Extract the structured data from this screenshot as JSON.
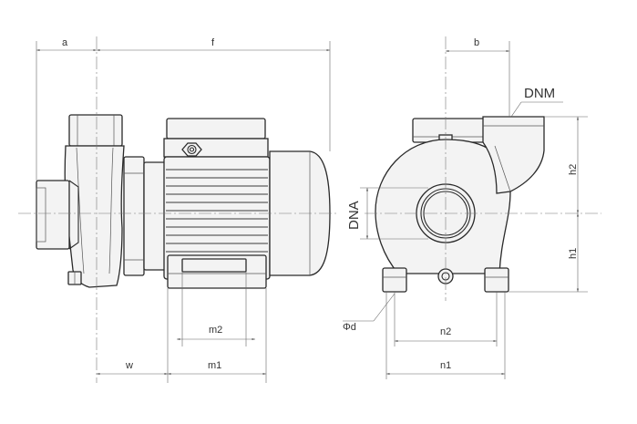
{
  "labels": {
    "a": "a",
    "f": "f",
    "b": "b",
    "DNM": "DNM",
    "DNA": "DNA",
    "h1": "h1",
    "h2": "h2",
    "m1": "m1",
    "m2": "m2",
    "n1": "n1",
    "n2": "n2",
    "w": "w",
    "phid": "Φd"
  },
  "colors": {
    "outline": "#2a2a2a",
    "fill": "#f3f3f3",
    "dimension": "#666666"
  }
}
